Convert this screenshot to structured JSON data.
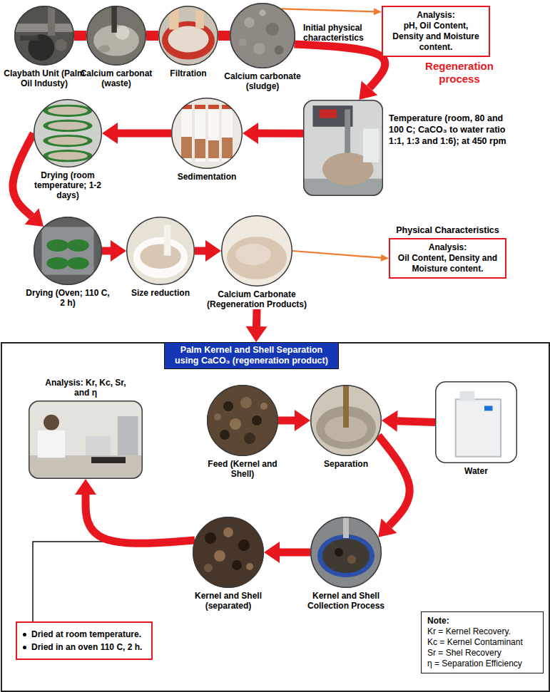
{
  "diagram": {
    "nodes": [
      {
        "text": [
          "Claybath Unit (Palm Oil Industy)"
        ]
      },
      {
        "text": [
          "Calcium carbonat (waste)"
        ]
      },
      {
        "text": [
          "Filtration"
        ]
      },
      {
        "text": [
          "Calcium carbonate (sludge)"
        ]
      },
      {
        "text": [
          "Initial physical characteristics",
          "Analysis:",
          "pH, Oil Content, Density and Moisture content."
        ]
      },
      {
        "text": [
          "Temperature (room, 80 and 100 C; CaCO₃ to water ratio 1:1, 1:3 and 1:6); at 450 rpm"
        ]
      },
      {
        "text": [
          "Sedimentation"
        ]
      },
      {
        "text": [
          "Drying (room temperature; 1-2 days)"
        ]
      },
      {
        "text": [
          "Drying (Oven; 110 C, 2 h)"
        ]
      },
      {
        "text": [
          "Size reduction"
        ]
      },
      {
        "text": [
          "Calcium Carbonate (Regeneration Products)"
        ]
      },
      {
        "text": [
          "Physical Characteristics",
          "Analysis:",
          "Oil Content, Density and Moisture content."
        ]
      },
      {
        "text": [
          "Palm Kernel and Shell Separation using CaCO₃ (regeneration product)"
        ]
      },
      {
        "text": [
          "Analysis: Kr, Kc, Sr, and η"
        ],
        "in": 12
      },
      {
        "text": [
          "Feed (Kernel and Shell)"
        ],
        "in": 12
      },
      {
        "text": [
          "Separation"
        ],
        "in": 12
      },
      {
        "text": [
          "Water"
        ],
        "in": 12
      },
      {
        "text": [
          "Kernel and Shell Collection Process"
        ],
        "in": 12
      },
      {
        "text": [
          "Kernel and Shell (separated)"
        ],
        "in": 12
      },
      {
        "text": [
          "Dried at room temperature.",
          "Dried in an oven 110 C, 2 h."
        ],
        "in": 12
      },
      {
        "text": [
          "Note:",
          "Kr = Kernel Recovery.",
          "Kc = Kernel Contaminant",
          "Sr = Shel Recovery",
          "η = Separation Efficiency"
        ],
        "in": 12
      }
    ],
    "edges": [
      {
        "from": 0,
        "to": 1,
        "arrow": "none"
      },
      {
        "from": 1,
        "to": 2,
        "arrow": "none"
      },
      {
        "from": 2,
        "to": 3,
        "arrow": "none"
      },
      {
        "from": 3,
        "to": 4,
        "arrow": "to"
      },
      {
        "from": 3,
        "to": 5,
        "label": "Regeneration process",
        "arrow": "to"
      },
      {
        "from": 5,
        "to": 6,
        "arrow": "to"
      },
      {
        "from": 6,
        "to": 7,
        "arrow": "to"
      },
      {
        "from": 7,
        "to": 8,
        "arrow": "to"
      },
      {
        "from": 8,
        "to": 9,
        "arrow": "to"
      },
      {
        "from": 9,
        "to": 10,
        "arrow": "to"
      },
      {
        "from": 10,
        "to": 11,
        "arrow": "to"
      },
      {
        "from": 10,
        "to": 12,
        "arrow": "to"
      },
      {
        "from": 14,
        "to": 15,
        "arrow": "to"
      },
      {
        "from": 16,
        "to": 15,
        "arrow": "to"
      },
      {
        "from": 15,
        "to": 17,
        "arrow": "to"
      },
      {
        "from": 17,
        "to": 18,
        "arrow": "to"
      },
      {
        "from": 18,
        "to": 13,
        "arrow": "to"
      }
    ]
  }
}
